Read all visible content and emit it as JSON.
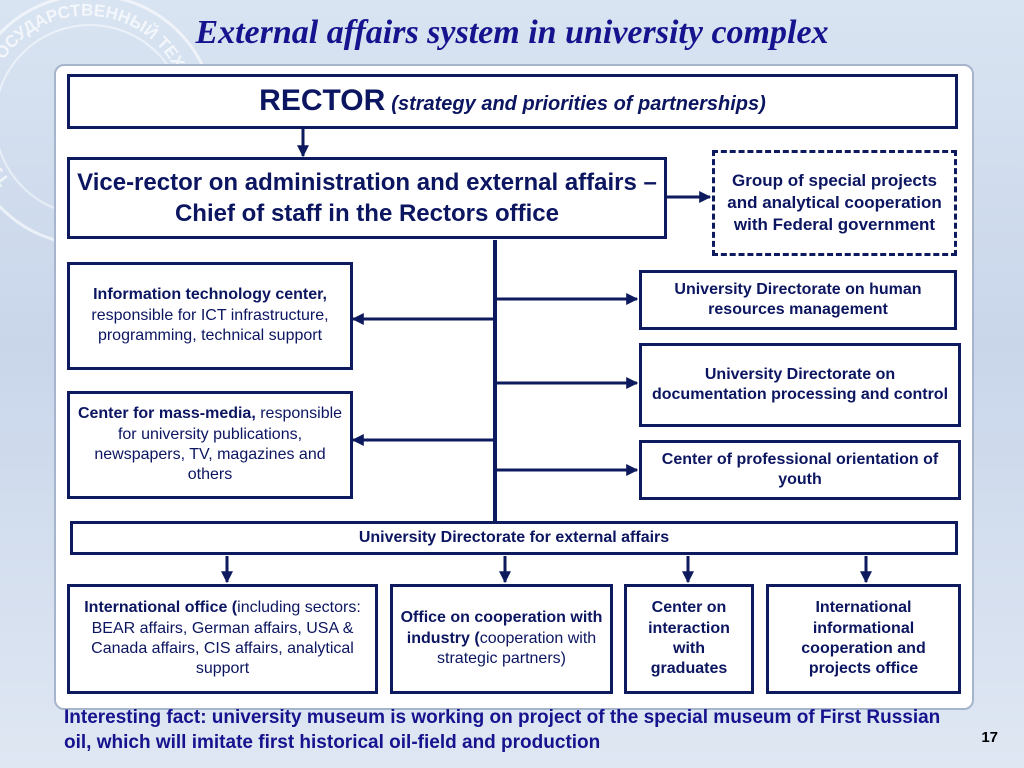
{
  "slide": {
    "title": "External affairs system in university complex",
    "page_number": "17",
    "footer_fact": "Interesting fact: university museum is working on project of the special museum of First Russian oil, which will imitate first historical oil-field and production"
  },
  "seal": {
    "text": "ТУХТИНСКИЙ ГОСУДАРСТВЕННЫЙ ТЕХНИЧЕ"
  },
  "nodes": {
    "rector": {
      "title": "RECTOR",
      "subtitle": "(strategy and priorities of partnerships)"
    },
    "vice_rector": {
      "text": "Vice-rector on administration and external affairs – Chief of staff in the Rectors office"
    },
    "special_projects": {
      "text": "Group of special projects and analytical cooperation with Federal government"
    },
    "it_center": {
      "bold": "Information technology center,",
      "text": " responsible for ICT infrastructure, programming, technical support"
    },
    "mass_media": {
      "bold": "Center for mass-media,",
      "text": " responsible for university publications, newspapers, TV, magazines and others"
    },
    "hr_directorate": {
      "text": "University Directorate on human resources management"
    },
    "docs_directorate": {
      "text": "University Directorate on documentation processing and control"
    },
    "youth_center": {
      "text": "Center of professional orientation of youth"
    },
    "external_directorate": {
      "text": "University Directorate for external affairs"
    },
    "international_office": {
      "bold": "International office (",
      "text": "including sectors: BEAR affairs, German affairs, USA & Canada affairs, CIS affairs, analytical support"
    },
    "industry_office": {
      "bold": "Office on cooperation with industry (",
      "text": "cooperation with strategic partners)"
    },
    "graduates_center": {
      "text": "Center on interaction with graduates"
    },
    "info_coop_office": {
      "text": "International informational cooperation and projects office"
    }
  }
}
